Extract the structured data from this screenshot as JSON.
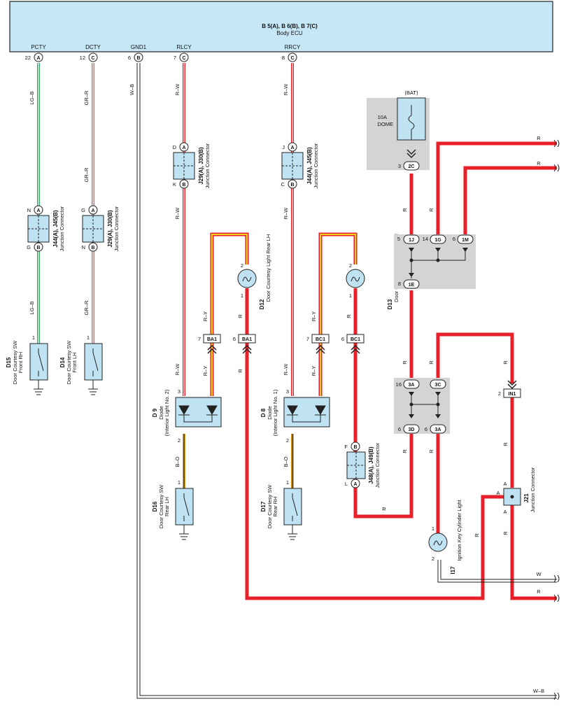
{
  "ecu": {
    "name": "B 5(A), B 6(B), B 7(C)",
    "desc": "Body ECU"
  },
  "ecu_pins": [
    {
      "label": "PCTY",
      "num": "22",
      "letter": "A"
    },
    {
      "label": "DCTY",
      "num": "12",
      "letter": "C"
    },
    {
      "label": "GND1",
      "num": "6",
      "letter": "B"
    },
    {
      "label": "RLCY",
      "num": "7",
      "letter": "C"
    },
    {
      "label": "RRCY",
      "num": "8",
      "letter": "C"
    }
  ],
  "wires": {
    "lgb": "LG–B",
    "grr": "GR–R",
    "wb": "W–B",
    "rw": "R–W",
    "ry": "R–Y",
    "bo": "B–O",
    "r": "R",
    "w": "W"
  },
  "junctions": {
    "j44a": {
      "code": "J44(A), J45(B)",
      "desc": "Junction Connector",
      "top_pin": "N",
      "top_letter": "A",
      "bot_pin": "G",
      "bot_letter": "B"
    },
    "j29a": {
      "code": "J29(A), J30(B)",
      "desc": "Junction Connector",
      "top_pin": "G",
      "top_letter": "A",
      "bot_pin": "N",
      "bot_letter": "B"
    },
    "j29b": {
      "code": "J29(A), J30(B)",
      "desc": "Junction Connector",
      "top_pin": "D",
      "top_letter": "A",
      "bot_pin": "K",
      "bot_letter": "B"
    },
    "j44b": {
      "code": "J44(A), J45(B)",
      "desc": "Junction Connector",
      "top_pin": "J",
      "top_letter": "A",
      "bot_pin": "C",
      "bot_letter": "B"
    },
    "j48": {
      "code": "J48(A), J49(B)",
      "desc": "Junction Connector",
      "top_pin": "F",
      "top_letter": "B",
      "bot_pin": "L",
      "bot_letter": "A"
    },
    "j21": {
      "code": "J21",
      "desc": "Junction Connector",
      "pin": "A"
    }
  },
  "components": {
    "d15": {
      "code": "D15",
      "name": "Door Courtesy SW",
      "sub": "Front RH",
      "pin": "1"
    },
    "d14": {
      "code": "D14",
      "name": "Door Courtesy SW",
      "sub": "Front LH",
      "pin": "1"
    },
    "d9": {
      "code": "D 9",
      "name": "Diode",
      "sub": "(Interior Light No. 2)",
      "pin_top": "3",
      "pin_bot": "2"
    },
    "d8": {
      "code": "D 8",
      "name": "Diode",
      "sub": "(Interior Light No. 1)",
      "pin_top": "3",
      "pin_bot": "2"
    },
    "d16": {
      "code": "D16",
      "name": "Door Courtesy SW",
      "sub": "Rear LH",
      "pin": "1"
    },
    "d17": {
      "code": "D17",
      "name": "Door Courtesy SW",
      "sub": "Rear RH",
      "pin": "1"
    },
    "d12": {
      "code": "D12",
      "name": "Door Courtesy Light Rear LH",
      "pin_top": "2",
      "pin_bot": "1"
    },
    "d13": {
      "code": "D13",
      "name": "Door Courtesy Light Rear RH",
      "pin_top": "2",
      "pin_bot": "1"
    },
    "i17": {
      "code": "I17",
      "name": "Ignition Key Cylinder Light",
      "pin_top": "1",
      "pin_bot": "2"
    }
  },
  "connectors": {
    "ba1_l": {
      "num": "7",
      "label": "BA1"
    },
    "ba1_r": {
      "num": "6",
      "label": "BA1"
    },
    "bc1_l": {
      "num": "7",
      "label": "BC1"
    },
    "bc1_r": {
      "num": "6",
      "label": "BC1"
    },
    "in1": {
      "num": "2",
      "label": "IN1"
    }
  },
  "fuse": {
    "source": "(BAT)",
    "rating": "10A",
    "name": "DOME",
    "pin_num": "3",
    "pin": "2C"
  },
  "jb_top": [
    {
      "num": "5",
      "pin": "1J"
    },
    {
      "num": "14",
      "pin": "1G"
    },
    {
      "num": "6",
      "pin": "1M"
    },
    {
      "num": "8",
      "pin": "1E"
    }
  ],
  "jb_mid": [
    {
      "num": "16",
      "pin": "3A"
    },
    {
      "num": "",
      "pin": "3C"
    },
    {
      "num": "6",
      "pin": "3D"
    },
    {
      "num": "6",
      "pin": "3A"
    }
  ],
  "colors": {
    "red": "#e8202a",
    "green": "#3aa86b",
    "grr": "#a88080",
    "ecu_fill": "#c5e7f6",
    "box_fill": "#bfe3f3",
    "gray_panel": "#d4d4d4"
  }
}
